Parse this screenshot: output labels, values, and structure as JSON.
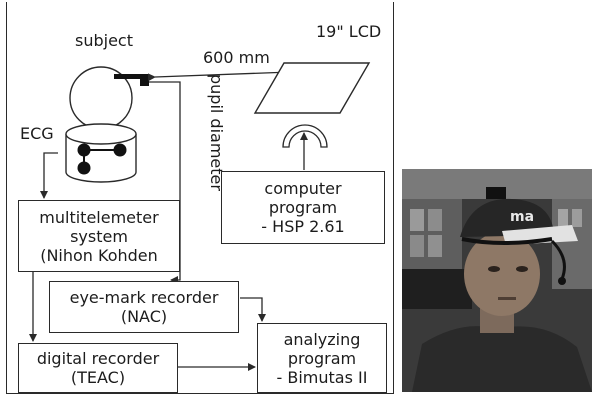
{
  "labels": {
    "subject": "subject",
    "monitor": "19\" LCD",
    "distance": "600 mm",
    "pupil": "pupil diameter",
    "ecg": "ECG"
  },
  "boxes": {
    "computer": [
      "computer",
      "program",
      "- HSP 2.61"
    ],
    "multitelemeter": [
      "multitelemeter",
      "system",
      "(Nihon Kohden"
    ],
    "eyemark": [
      "eye-mark recorder",
      "(NAC)"
    ],
    "digital": [
      "digital recorder",
      "(TEAC)"
    ],
    "analyzing": [
      "analyzing",
      "program",
      "- Bimutas II"
    ]
  },
  "photo": {
    "description_icon": "subject-photo",
    "cap_text": "ma"
  }
}
